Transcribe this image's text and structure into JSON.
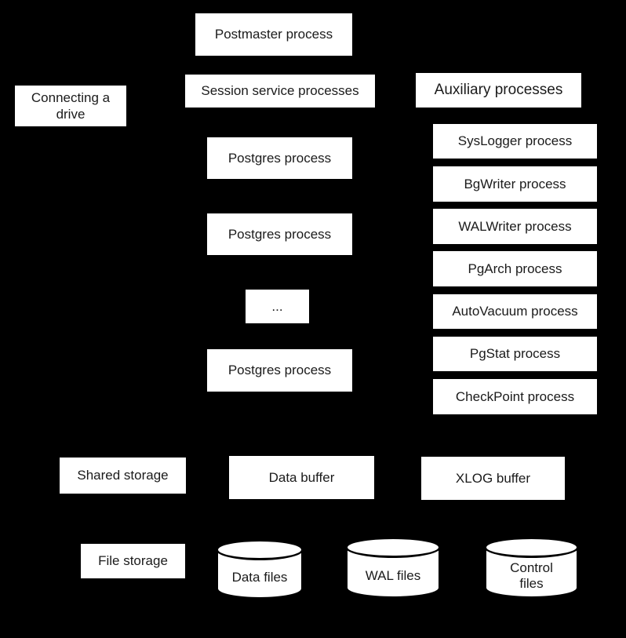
{
  "colors": {
    "background": "#000000",
    "node_fill": "#ffffff",
    "node_text": "#1b1b1b",
    "cylinder_stroke": "#000000"
  },
  "nodes": {
    "postmaster": {
      "label": "Postmaster process"
    },
    "session_service": {
      "label": "Session service processes"
    },
    "connecting_drive": {
      "label": "Connecting a drive"
    },
    "auxiliary_header": {
      "label": "Auxiliary processes"
    },
    "postgres_1": {
      "label": "Postgres process"
    },
    "postgres_2": {
      "label": "Postgres process"
    },
    "ellipsis": {
      "label": "..."
    },
    "postgres_3": {
      "label": "Postgres process"
    },
    "aux_processes": [
      {
        "label": "SysLogger process"
      },
      {
        "label": "BgWriter process"
      },
      {
        "label": "WALWriter process"
      },
      {
        "label": "PgArch process"
      },
      {
        "label": "AutoVacuum process"
      },
      {
        "label": "PgStat process"
      },
      {
        "label": "CheckPoint process"
      }
    ],
    "shared_storage": {
      "label": "Shared storage"
    },
    "data_buffer": {
      "label": "Data buffer"
    },
    "xlog_buffer": {
      "label": "XLOG buffer"
    },
    "file_storage": {
      "label": "File storage"
    },
    "cylinders": [
      {
        "label": "Data files"
      },
      {
        "label": "WAL files"
      },
      {
        "label": "Control files"
      }
    ]
  }
}
